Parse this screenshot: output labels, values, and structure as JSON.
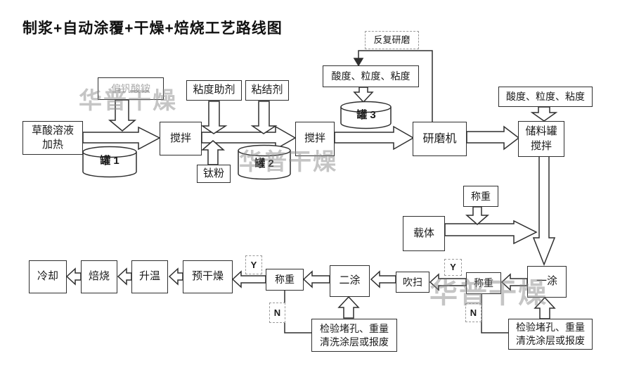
{
  "title": "制浆+自动涂覆+干燥+焙烧工艺路线图",
  "watermark": "华普干燥",
  "colors": {
    "line": "#2f2f2f",
    "watermark": "#8c8c8c",
    "background": "#ffffff",
    "faint_text": "#a9a9a9"
  },
  "nodes": {
    "vanadium": "偏钒酸铵",
    "oxalic": "草酸溶液\n加热",
    "viscosity_aid": "粘度助剂",
    "binder": "粘结剂",
    "stir1": "搅拌",
    "titanium": "钛粉",
    "stir2": "搅拌",
    "quality1": "酸度、粒度、粘度",
    "regrind": "反复研磨",
    "grinder": "研磨机",
    "quality2": "酸度、粒度、粘度",
    "storage": "储料罐\n搅拌",
    "carrier": "载体",
    "weigh_carrier": "称重",
    "coat1": "一涂",
    "weigh_coat1": "称重",
    "blow": "吹扫",
    "coat2": "二涂",
    "weigh_coat2": "称重",
    "predry": "预干燥",
    "heatup": "升温",
    "roast": "焙烧",
    "cool": "冷却",
    "inspect1": "检验堵孔、重量\n清洗涂层或报废",
    "inspect2": "检验堵孔、重量\n清洗涂层或报废",
    "tank1": "罐 1",
    "tank2": "罐 2",
    "tank3": "罐 3",
    "yes": "Y",
    "no": "N"
  }
}
